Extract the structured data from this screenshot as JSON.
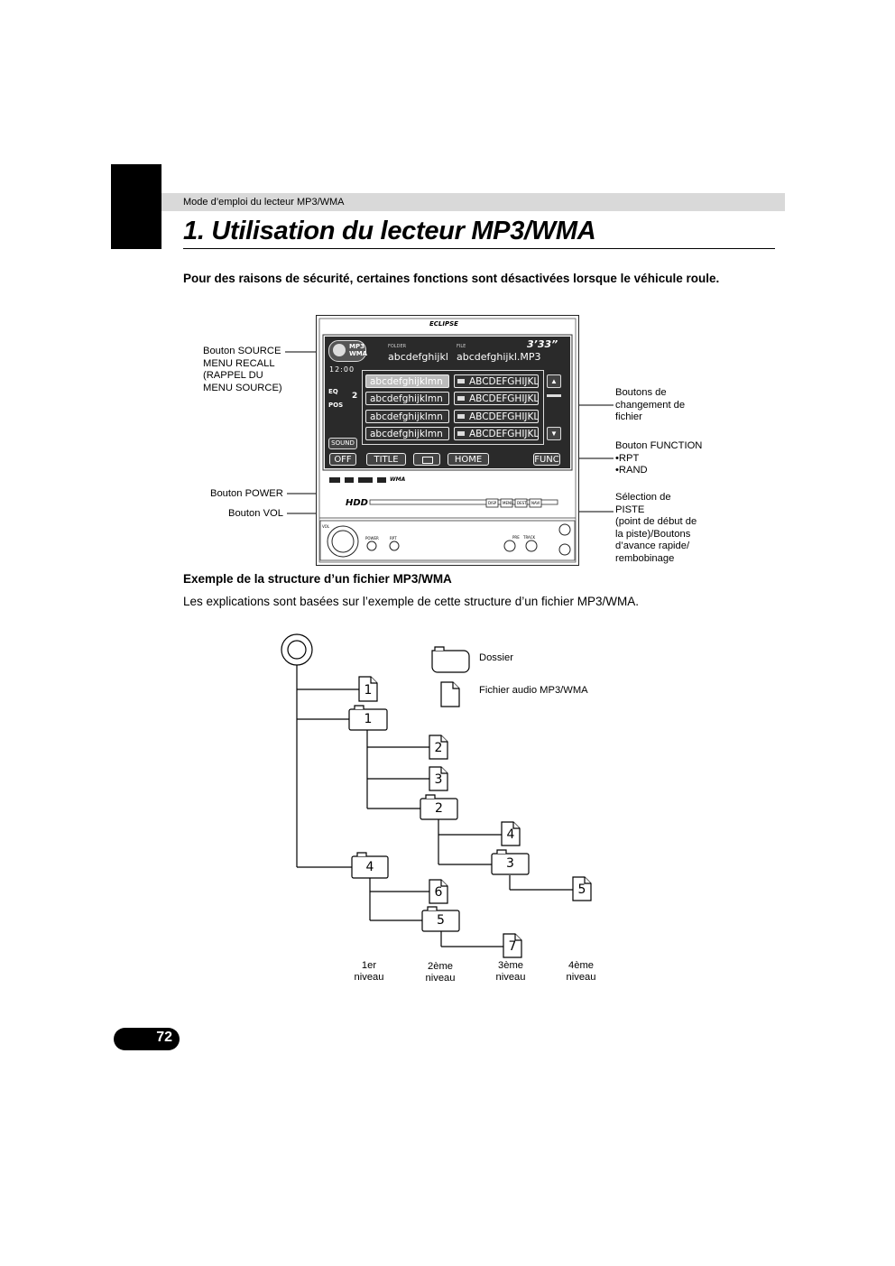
{
  "header": {
    "breadcrumb": "Mode d’emploi du lecteur MP3/WMA"
  },
  "title": "1. Utilisation du lecteur MP3/WMA",
  "warning": "Pour des raisons de sécurité, certaines fonctions sont désactivées lorsque le véhicule roule.",
  "callouts": {
    "source_lines": [
      "Bouton SOURCE",
      "MENU RECALL",
      "(RAPPEL DU",
      "MENU SOURCE)"
    ],
    "power": "Bouton POWER",
    "vol": "Bouton VOL",
    "file_change_lines": [
      "Boutons de",
      "changement de",
      "fichier"
    ],
    "function_lines": [
      "Bouton FUNCTION",
      "•RPT",
      "•RAND"
    ],
    "track_lines": [
      "Sélection de",
      "PISTE",
      "(point de début de",
      "la piste)/Boutons",
      "d’avance rapide/",
      "rembobinage"
    ]
  },
  "device": {
    "brand": "ECLIPSE",
    "source_badge_top": "MP3",
    "source_badge_bottom": "WMA",
    "folder_caption": "FOLDER",
    "folder_name": "abcdefghijkl",
    "file_caption": "FILE",
    "file_name": "abcdefghijkl.MP3",
    "time_elapsed": "3’33”",
    "clock": "12:00",
    "left_items": [
      "abcdefghijklmn",
      "abcdefghijklmn",
      "abcdefghijklmn",
      "abcdefghijklmn"
    ],
    "right_items": [
      "ABCDEFGHIJKL",
      "ABCDEFGHIJKL",
      "ABCDEFGHIJKL",
      "ABCDEFGHIJKL"
    ],
    "side_labels": {
      "eq": "EQ",
      "pos": "POS",
      "sound": "SOUND",
      "two": "2"
    },
    "function_buttons": [
      "OFF",
      "TITLE",
      "",
      "HOME",
      "FUNC"
    ],
    "logos_text": "WMA",
    "hdd": "HDD",
    "vol_label": "VOL",
    "power_label": "POWER",
    "rpt_label": "RPT",
    "right_panel_buttons": [
      "DISP",
      "MENU",
      "DEST",
      "NAVI"
    ],
    "track_labels": [
      "PRE",
      "TRACK"
    ]
  },
  "structure": {
    "heading": "Exemple de la structure d’un fichier MP3/WMA",
    "description": "Les explications sont basées sur l’exemple de cette structure d’un fichier MP3/WMA.",
    "legend": {
      "folder": "Dossier",
      "file": "Fichier audio MP3/WMA"
    },
    "nodes": {
      "file1": "1",
      "folder1": "1",
      "file2": "2",
      "file3": "3",
      "folder2": "2",
      "file4": "4",
      "folder3": "3",
      "file5": "5",
      "folder4": "4",
      "file6": "6",
      "folder5": "5",
      "file7": "7"
    },
    "levels": [
      {
        "top": "1er",
        "bottom": "niveau"
      },
      {
        "top": "2ème",
        "bottom": "niveau"
      },
      {
        "top": "3ème",
        "bottom": "niveau"
      },
      {
        "top": "4ème",
        "bottom": "niveau"
      }
    ]
  },
  "page_number": "72"
}
